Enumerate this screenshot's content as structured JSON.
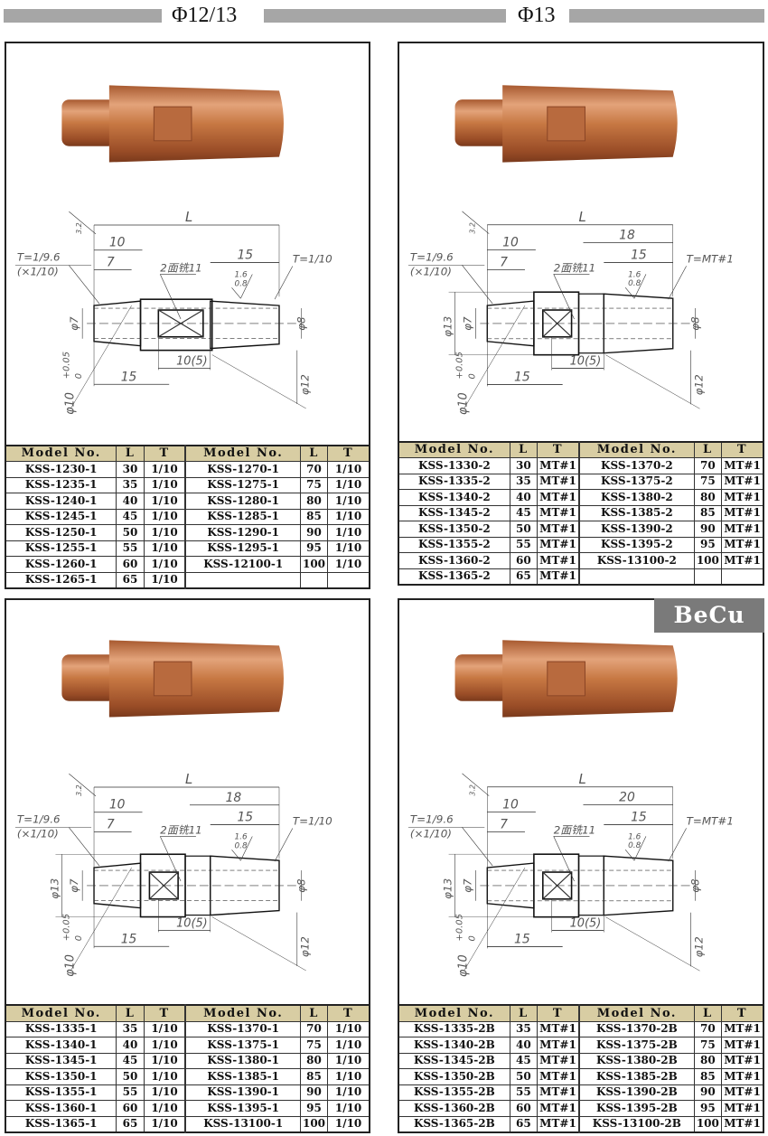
{
  "headers": {
    "left": "Φ12/13",
    "right": "Φ13"
  },
  "colors": {
    "header_bar": "#a6a6a6",
    "table_header": "#d8cda3",
    "copper": "#c77843",
    "badge": "#7a7a7a"
  },
  "table_headers": [
    "Model No.",
    "L",
    "T",
    "Model No.",
    "L",
    "T"
  ],
  "panels": [
    {
      "badge": null,
      "drawing": {
        "L": "L",
        "d10": "10",
        "d7": "7",
        "d15a": "15",
        "d15b": "15",
        "d18": null,
        "mill": "2面铣11",
        "ra1": "1.6",
        "ra2": "0.8",
        "d105": "10(5)",
        "phi7": "φ7",
        "phi8": "φ8",
        "phi12": "φ12",
        "phi13": null,
        "phi10": "φ10",
        "tol_up": "+0.05",
        "tol_lo": "0",
        "t_left": "T=1/9.6",
        "t_left2": "(×1/10)",
        "t_right": "T=1/10",
        "rough": "3.2"
      },
      "rows": [
        [
          "KSS-1230-1",
          "30",
          "1/10",
          "KSS-1270-1",
          "70",
          "1/10"
        ],
        [
          "KSS-1235-1",
          "35",
          "1/10",
          "KSS-1275-1",
          "75",
          "1/10"
        ],
        [
          "KSS-1240-1",
          "40",
          "1/10",
          "KSS-1280-1",
          "80",
          "1/10"
        ],
        [
          "KSS-1245-1",
          "45",
          "1/10",
          "KSS-1285-1",
          "85",
          "1/10"
        ],
        [
          "KSS-1250-1",
          "50",
          "1/10",
          "KSS-1290-1",
          "90",
          "1/10"
        ],
        [
          "KSS-1255-1",
          "55",
          "1/10",
          "KSS-1295-1",
          "95",
          "1/10"
        ],
        [
          "KSS-1260-1",
          "60",
          "1/10",
          "KSS-12100-1",
          "100",
          "1/10"
        ],
        [
          "KSS-1265-1",
          "65",
          "1/10",
          "",
          "",
          ""
        ]
      ]
    },
    {
      "badge": null,
      "drawing": {
        "L": "L",
        "d10": "10",
        "d7": "7",
        "d15a": "15",
        "d15b": "15",
        "d18": "18",
        "mill": "2面铣11",
        "ra1": "1.6",
        "ra2": "0.8",
        "d105": "10(5)",
        "phi7": "φ7",
        "phi8": "φ8",
        "phi12": "φ12",
        "phi13": "φ13",
        "phi10": "φ10",
        "tol_up": "+0.05",
        "tol_lo": "0",
        "t_left": "T=1/9.6",
        "t_left2": "(×1/10)",
        "t_right": "T=MT#1",
        "rough": "3.2"
      },
      "rows": [
        [
          "KSS-1330-2",
          "30",
          "MT#1",
          "KSS-1370-2",
          "70",
          "MT#1"
        ],
        [
          "KSS-1335-2",
          "35",
          "MT#1",
          "KSS-1375-2",
          "75",
          "MT#1"
        ],
        [
          "KSS-1340-2",
          "40",
          "MT#1",
          "KSS-1380-2",
          "80",
          "MT#1"
        ],
        [
          "KSS-1345-2",
          "45",
          "MT#1",
          "KSS-1385-2",
          "85",
          "MT#1"
        ],
        [
          "KSS-1350-2",
          "50",
          "MT#1",
          "KSS-1390-2",
          "90",
          "MT#1"
        ],
        [
          "KSS-1355-2",
          "55",
          "MT#1",
          "KSS-1395-2",
          "95",
          "MT#1"
        ],
        [
          "KSS-1360-2",
          "60",
          "MT#1",
          "KSS-13100-2",
          "100",
          "MT#1"
        ],
        [
          "KSS-1365-2",
          "65",
          "MT#1",
          "",
          "",
          ""
        ]
      ]
    },
    {
      "badge": null,
      "drawing": {
        "L": "L",
        "d10": "10",
        "d7": "7",
        "d15a": "15",
        "d15b": "15",
        "d18": "18",
        "mill": "2面铣11",
        "ra1": "1.6",
        "ra2": "0.8",
        "d105": "10(5)",
        "phi7": "φ7",
        "phi8": "φ8",
        "phi12": "φ12",
        "phi13": "φ13",
        "phi10": "φ10",
        "tol_up": "+0.05",
        "tol_lo": "0",
        "t_left": "T=1/9.6",
        "t_left2": "(×1/10)",
        "t_right": "T=1/10",
        "rough": "3.2"
      },
      "rows": [
        [
          "KSS-1335-1",
          "35",
          "1/10",
          "KSS-1370-1",
          "70",
          "1/10"
        ],
        [
          "KSS-1340-1",
          "40",
          "1/10",
          "KSS-1375-1",
          "75",
          "1/10"
        ],
        [
          "KSS-1345-1",
          "45",
          "1/10",
          "KSS-1380-1",
          "80",
          "1/10"
        ],
        [
          "KSS-1350-1",
          "50",
          "1/10",
          "KSS-1385-1",
          "85",
          "1/10"
        ],
        [
          "KSS-1355-1",
          "55",
          "1/10",
          "KSS-1390-1",
          "90",
          "1/10"
        ],
        [
          "KSS-1360-1",
          "60",
          "1/10",
          "KSS-1395-1",
          "95",
          "1/10"
        ],
        [
          "KSS-1365-1",
          "65",
          "1/10",
          "KSS-13100-1",
          "100",
          "1/10"
        ]
      ]
    },
    {
      "badge": "BeCu",
      "drawing": {
        "L": "L",
        "d10": "10",
        "d7": "7",
        "d15a": "15",
        "d15b": "15",
        "d18": "20",
        "mill": "2面铣11",
        "ra1": "1.6",
        "ra2": "0.8",
        "d105": "10(5)",
        "phi7": "φ7",
        "phi8": "φ8",
        "phi12": "φ12",
        "phi13": "φ13",
        "phi10": "φ10",
        "tol_up": "+0.05",
        "tol_lo": "0",
        "t_left": "T=1/9.6",
        "t_left2": "(×1/10)",
        "t_right": "T=MT#1",
        "rough": "3.2"
      },
      "rows": [
        [
          "KSS-1335-2B",
          "35",
          "MT#1",
          "KSS-1370-2B",
          "70",
          "MT#1"
        ],
        [
          "KSS-1340-2B",
          "40",
          "MT#1",
          "KSS-1375-2B",
          "75",
          "MT#1"
        ],
        [
          "KSS-1345-2B",
          "45",
          "MT#1",
          "KSS-1380-2B",
          "80",
          "MT#1"
        ],
        [
          "KSS-1350-2B",
          "50",
          "MT#1",
          "KSS-1385-2B",
          "85",
          "MT#1"
        ],
        [
          "KSS-1355-2B",
          "55",
          "MT#1",
          "KSS-1390-2B",
          "90",
          "MT#1"
        ],
        [
          "KSS-1360-2B",
          "60",
          "MT#1",
          "KSS-1395-2B",
          "95",
          "MT#1"
        ],
        [
          "KSS-1365-2B",
          "65",
          "MT#1",
          "KSS-13100-2B",
          "100",
          "MT#1"
        ]
      ]
    }
  ]
}
